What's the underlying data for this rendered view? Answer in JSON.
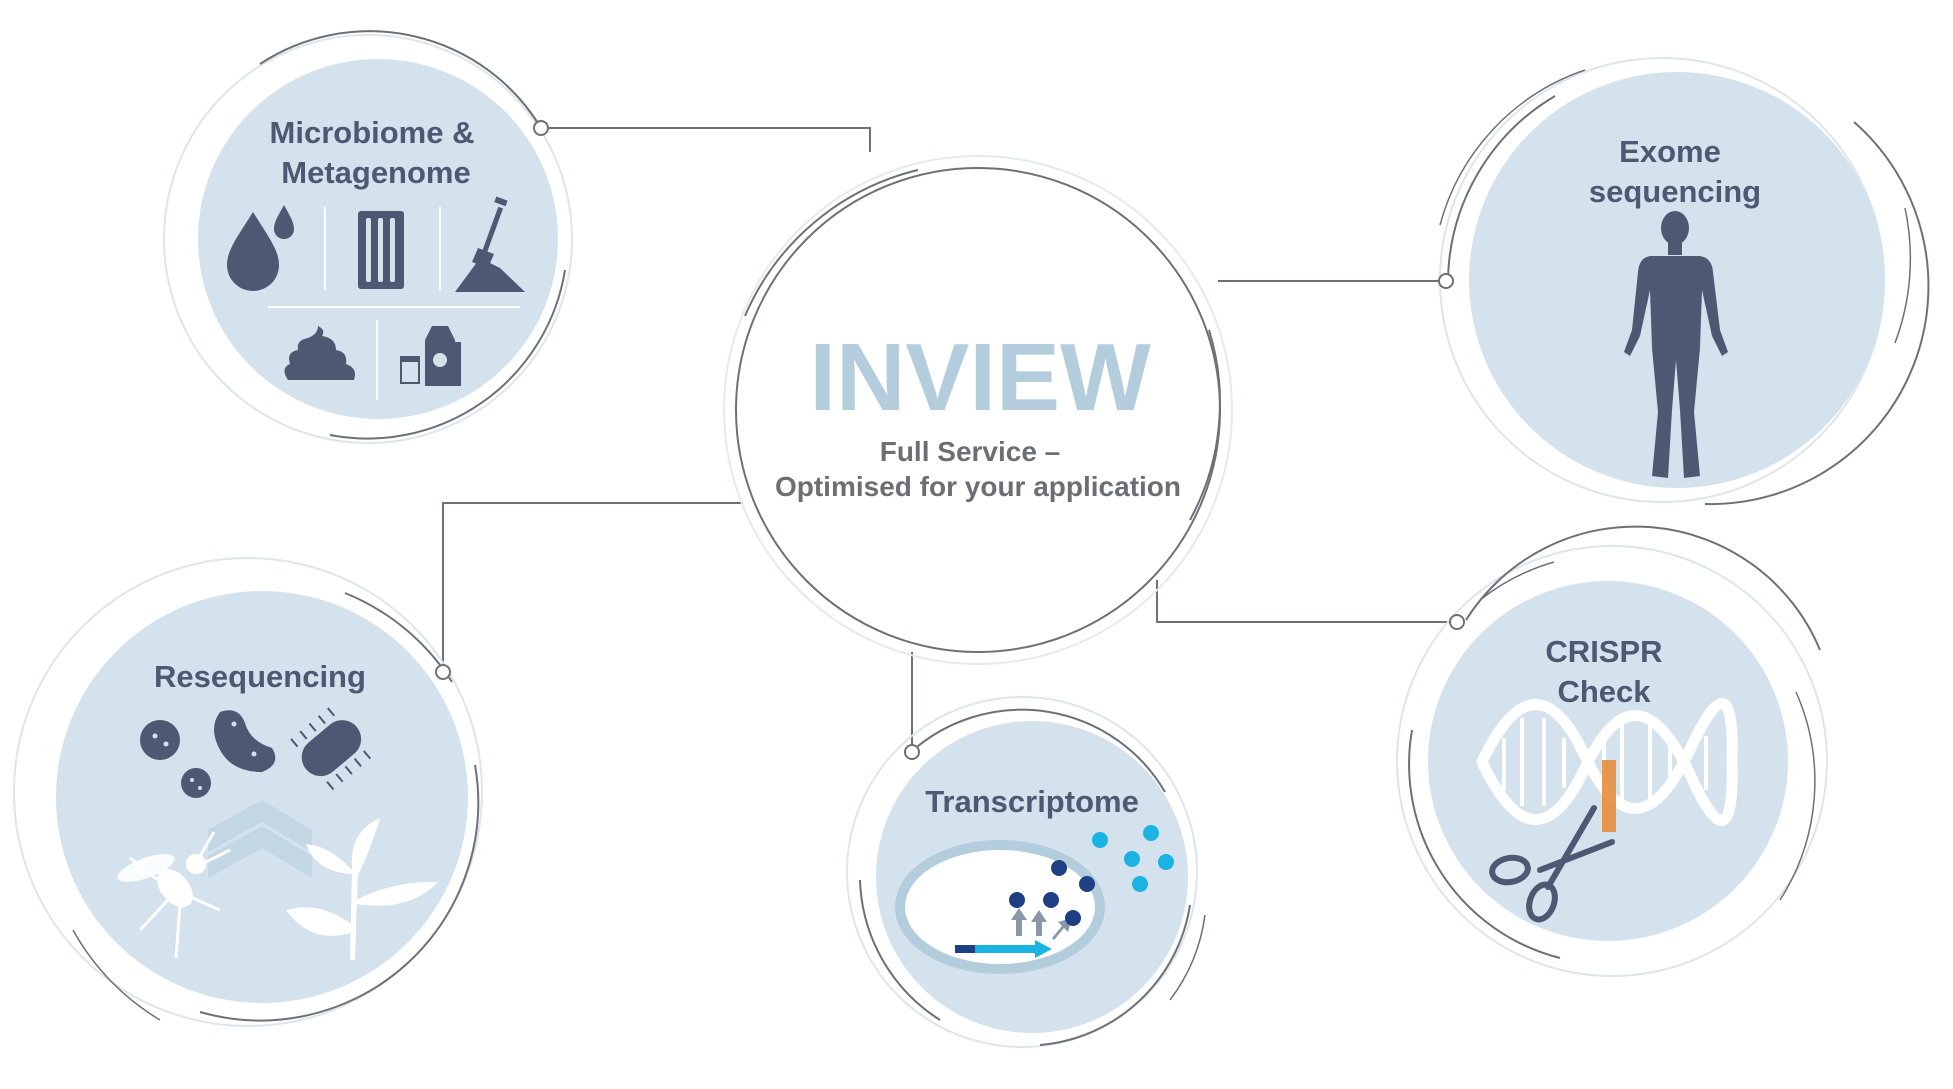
{
  "colors": {
    "background": "#ffffff",
    "bubble_fill": "#d3e2ed",
    "ring_stroke": "#6c7178",
    "faint_ring": "#dde6ec",
    "label_text": "#4d5872",
    "icon_dark": "#4d5872",
    "brand_light": "#b4cddc",
    "subtitle_text": "#6b6f74",
    "accent_dark_blue": "#1e3f84",
    "accent_cyan": "#19b4e2",
    "crispr_orange": "#e88d3c"
  },
  "center": {
    "title": "INVIEW",
    "subtitle_line1": "Full Service –",
    "subtitle_line2": "Optimised for your application"
  },
  "nodes": {
    "microbiome": {
      "line1": "Microbiome &",
      "line2": "Metagenome",
      "icons": [
        "water-drops-icon",
        "swab-sticks-icon",
        "soil-shovel-icon",
        "stool-icon",
        "food-carton-icon"
      ]
    },
    "exome": {
      "line1": "Exome",
      "line2": "sequencing",
      "icons": [
        "human-body-icon"
      ]
    },
    "resequencing": {
      "line1": "Resequencing",
      "icons": [
        "bacteria-icon",
        "bacillus-icon",
        "virus-icon",
        "chevron-up-icon",
        "insect-icon",
        "plant-icon"
      ]
    },
    "transcriptome": {
      "line1": "Transcriptome",
      "icons": [
        "cell-icon",
        "transcription-arrow-icon",
        "molecule-dots-icon"
      ]
    },
    "crispr": {
      "line1": "CRISPR",
      "line2": "Check",
      "icons": [
        "dna-helix-icon",
        "scissors-icon"
      ]
    }
  }
}
